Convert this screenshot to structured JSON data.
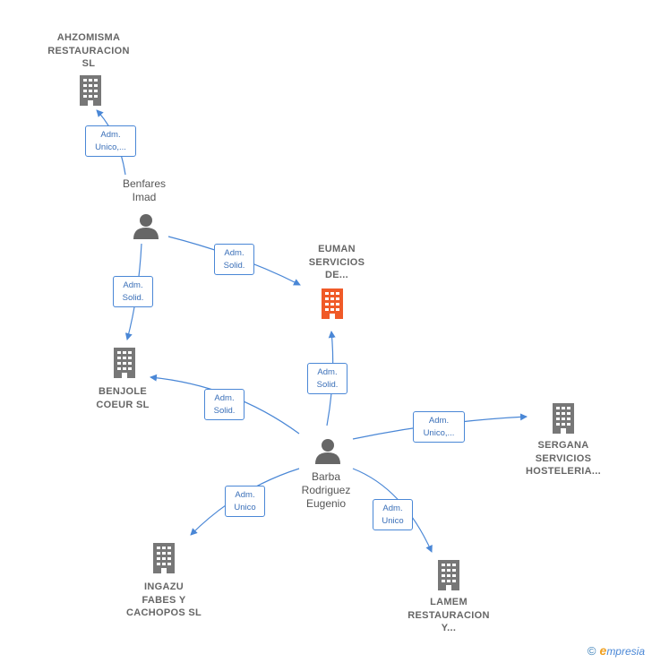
{
  "nodes": {
    "ahzomisma": {
      "lines": [
        "AHZOMISMA",
        "RESTAURACION",
        "SL"
      ],
      "kind": "company",
      "highlight": false
    },
    "euman": {
      "lines": [
        "EUMAN",
        "SERVICIOS",
        "DE..."
      ],
      "kind": "company",
      "highlight": true
    },
    "benjole": {
      "lines": [
        "BENJOLE",
        "COEUR  SL"
      ],
      "kind": "company",
      "highlight": false
    },
    "sergana": {
      "lines": [
        "SERGANA",
        "SERVICIOS",
        "HOSTELERIA..."
      ],
      "kind": "company",
      "highlight": false
    },
    "ingazu": {
      "lines": [
        "INGAZU",
        "FABES Y",
        "CACHOPOS  SL"
      ],
      "kind": "company",
      "highlight": false
    },
    "lamem": {
      "lines": [
        "LAMEM",
        "RESTAURACION",
        "Y..."
      ],
      "kind": "company",
      "highlight": false
    },
    "benfares": {
      "lines": [
        "Benfares",
        "Imad"
      ],
      "kind": "person"
    },
    "barba": {
      "lines": [
        "Barba",
        "Rodriguez",
        "Eugenio"
      ],
      "kind": "person"
    }
  },
  "edges": {
    "benfares_ahzomisma": [
      "Adm.",
      "Unico,..."
    ],
    "benfares_euman": [
      "Adm.",
      "Solid."
    ],
    "benfares_benjole": [
      "Adm.",
      "Solid."
    ],
    "barba_euman": [
      "Adm.",
      "Solid."
    ],
    "barba_benjole": [
      "Adm.",
      "Solid."
    ],
    "barba_sergana": [
      "Adm.",
      "Unico,..."
    ],
    "barba_ingazu": [
      "Adm.",
      "Unico"
    ],
    "barba_lamem": [
      "Adm.",
      "Unico"
    ]
  },
  "colors": {
    "edge": "#4a87d6",
    "company_icon": "#777777",
    "highlight_icon": "#f05a28",
    "person_icon": "#666666"
  },
  "footer": {
    "copyright": "©",
    "brand_initial": "e",
    "brand_rest": "mpresia"
  }
}
